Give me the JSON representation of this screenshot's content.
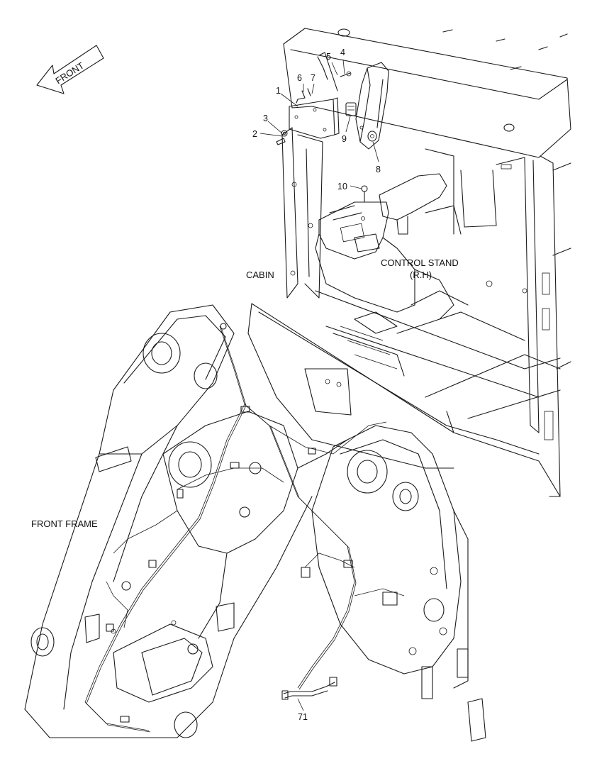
{
  "diagram": {
    "front_arrow_text": "FRONT",
    "labels": {
      "cabin": "CABIN",
      "control_stand_line1": "CONTROL STAND",
      "control_stand_line2": "(R.H)",
      "front_frame": "FRONT FRAME"
    },
    "part_numbers": {
      "p1": "1",
      "p2": "2",
      "p3": "3",
      "p4": "4",
      "p5": "5",
      "p6": "6",
      "p7": "7",
      "p8": "8",
      "p9": "9",
      "p10": "10",
      "p71": "71"
    },
    "line_color": "#1a1a1a",
    "background": "#ffffff"
  }
}
